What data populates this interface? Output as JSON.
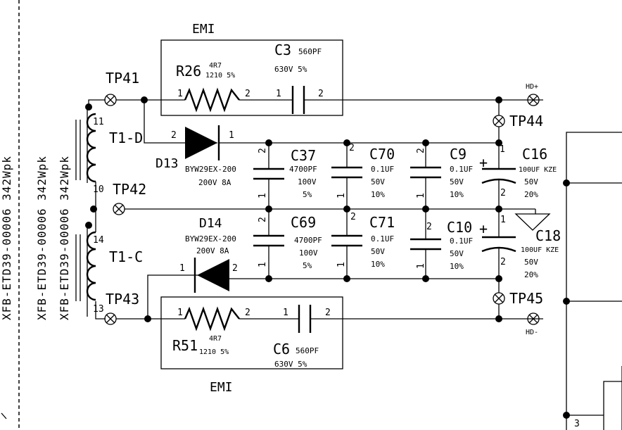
{
  "diagram": {
    "side_labels": {
      "outer": "XFB-ETD39-00006 342Wpk",
      "inner1": "XFB-ETD39-00006 342Wpk",
      "inner2": "XFB-ETD39-00006 342Wpk"
    },
    "emi_top": "EMI",
    "emi_bottom": "EMI",
    "test_points": {
      "tp41": "TP41",
      "tp42": "TP42",
      "tp43": "TP43",
      "tp44": "TP44",
      "tp45": "TP45"
    },
    "transformer": {
      "t1d": "T1-D",
      "t1c": "T1-C",
      "pin11": "11",
      "pin10": "10",
      "pin14": "14",
      "pin13": "13"
    },
    "r26": {
      "ref": "R26",
      "value": "4R7",
      "spec": "1210 5%",
      "pin1": "1",
      "pin2": "2"
    },
    "c3": {
      "ref": "C3",
      "value": "560PF",
      "spec": "630V 5%",
      "pin1": "1",
      "pin2": "2"
    },
    "r51": {
      "ref": "R51",
      "value": "4R7",
      "spec": "1210 5%",
      "pin1": "1",
      "pin2": "2"
    },
    "c6": {
      "ref": "C6",
      "value": "560PF",
      "spec": "630V 5%",
      "pin1": "1",
      "pin2": "2"
    },
    "d13": {
      "ref": "D13",
      "part": "BYW29EX-200",
      "rating": "200V 8A",
      "pin1": "1",
      "pin2": "2"
    },
    "d14": {
      "ref": "D14",
      "part": "BYW29EX-200",
      "rating": "200V 8A",
      "pin1": "1",
      "pin2": "2"
    },
    "c37": {
      "ref": "C37",
      "value": "4700PF",
      "volt": "100V",
      "tol": "5%",
      "pin1": "1",
      "pin2": "2"
    },
    "c70": {
      "ref": "C70",
      "value": "0.1UF",
      "volt": "50V",
      "tol": "10%",
      "pin1": "1",
      "pin2": "2"
    },
    "c9": {
      "ref": "C9",
      "value": "0.1UF",
      "volt": "50V",
      "tol": "10%",
      "pin1": "1",
      "pin2": "2"
    },
    "c16": {
      "ref": "C16",
      "value": "100UF KZE",
      "volt": "50V",
      "tol": "20%",
      "pin1": "1",
      "pin2": "2",
      "plus": "+"
    },
    "c69": {
      "ref": "C69",
      "value": "4700PF",
      "volt": "100V",
      "tol": "5%",
      "pin1": "1",
      "pin2": "2"
    },
    "c71": {
      "ref": "C71",
      "value": "0.1UF",
      "volt": "50V",
      "tol": "10%",
      "pin1": "1",
      "pin2": "2"
    },
    "c10": {
      "ref": "C10",
      "value": "0.1UF",
      "volt": "50V",
      "tol": "10%",
      "pin1": "1",
      "pin2": "2"
    },
    "c18": {
      "ref": "C18",
      "value": "100UF KZE",
      "volt": "50V",
      "tol": "20%",
      "pin1": "1",
      "pin2": "2",
      "plus": "+"
    },
    "hd_plus": "HD+",
    "hd_minus": "HD-",
    "pin3": "3"
  }
}
